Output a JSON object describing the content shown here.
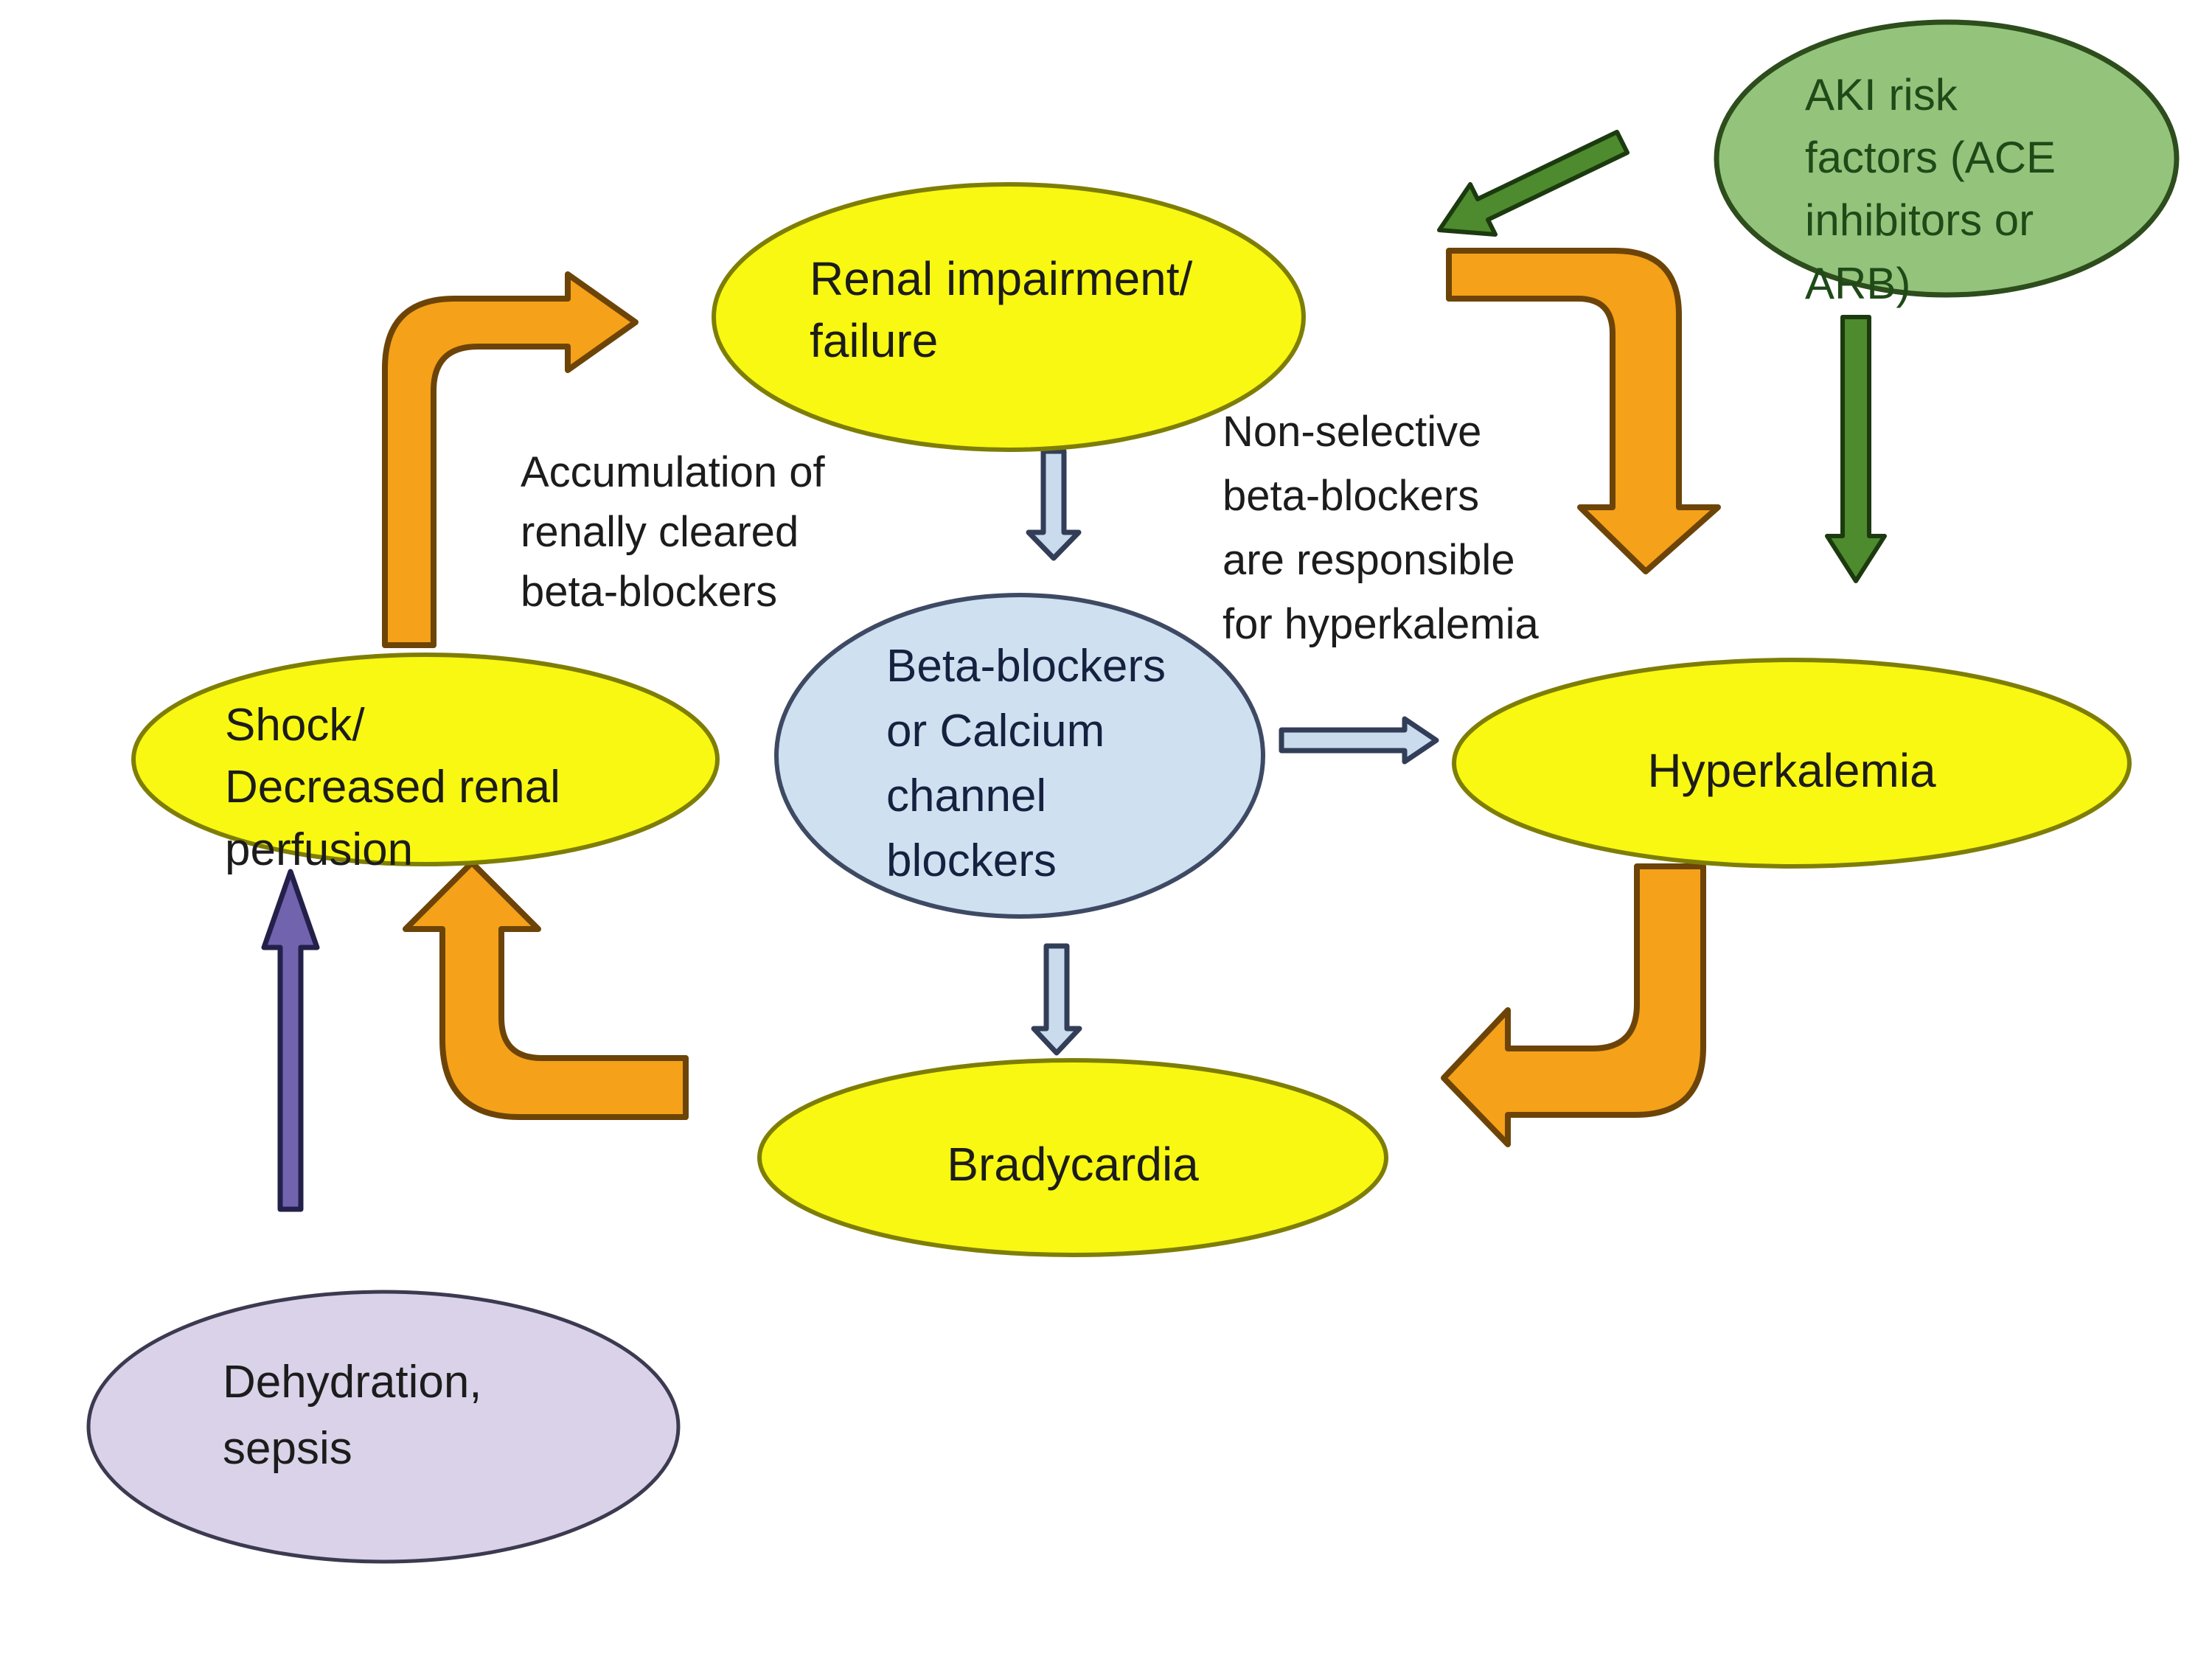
{
  "diagram": {
    "nodes": {
      "renal_impairment": {
        "label": "Renal impairment/\nfailure",
        "fill": "#f8f812",
        "stroke": "#7e7e06",
        "text_color": "#1c1c1c"
      },
      "aki_risk": {
        "label": "AKI risk\nfactors (ACE\ninhibitors or\nARB)",
        "fill": "#94c47c",
        "stroke": "#2d4d1c",
        "text_color": "#1f4a18"
      },
      "beta_blockers": {
        "label": "Beta-blockers\nor Calcium\nchannel\nblockers",
        "fill": "#cfe0f1",
        "stroke": "#3e4a63",
        "text_color": "#15213e"
      },
      "hyperkalemia": {
        "label": "Hyperkalemia",
        "fill": "#f8f812",
        "stroke": "#7e7e06",
        "text_color": "#1c1c1c"
      },
      "shock": {
        "label": "Shock/\nDecreased renal\nperfusion",
        "fill": "#f8f812",
        "stroke": "#7e7e06",
        "text_color": "#1c1c1c"
      },
      "bradycardia": {
        "label": "Bradycardia",
        "fill": "#f8f812",
        "stroke": "#7e7e06",
        "text_color": "#1c1c1c"
      },
      "dehydration": {
        "label": "Dehydration,\nsepsis",
        "fill": "#d9d2e8",
        "stroke": "#3c3a50",
        "text_color": "#1c1c1c"
      }
    },
    "annotations": {
      "accumulation": {
        "text": "Accumulation of\nrenally cleared\nbeta-blockers",
        "color": "#1c1c1c"
      },
      "nonselective": {
        "text": "Non-selective\nbeta-blockers\nare responsible\nfor hyperkalemia",
        "color": "#1c1c1c"
      }
    },
    "arrow_colors": {
      "orange_fill": "#f5a119",
      "orange_stroke": "#6d4408",
      "blue_fill": "#c9dbec",
      "blue_stroke": "#323e58",
      "green_fill": "#4d8b2e",
      "green_stroke": "#1c3a0f",
      "purple_fill": "#7163ae",
      "purple_stroke": "#23204a"
    }
  }
}
